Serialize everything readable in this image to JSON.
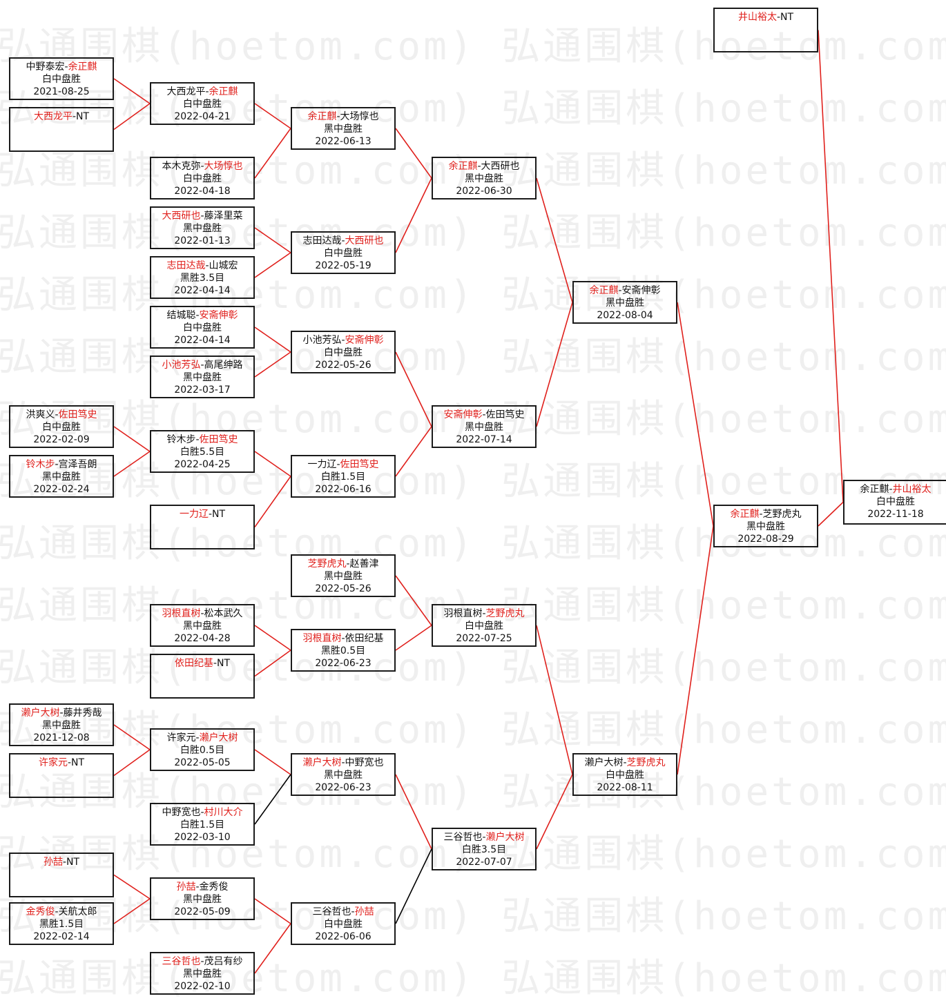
{
  "watermark": {
    "text": "弘通围棋(hoetom.com)"
  },
  "colors": {
    "win": "#e0201c",
    "lose": "#111111",
    "border": "#1a1a1a",
    "connector_win": "#e0201c",
    "connector_other": "#000000"
  },
  "matches": [
    {
      "id": "m1",
      "black": "中野泰宏",
      "white": "余正麒",
      "winner": "white",
      "result": "白中盘胜",
      "date": "2021-08-25"
    },
    {
      "id": "m2",
      "black": "大西龙平",
      "white": "NT",
      "winner": "black",
      "result": "",
      "date": ""
    },
    {
      "id": "m3",
      "black": "本木克弥",
      "white": "大场惇也",
      "winner": "white",
      "result": "白中盘胜",
      "date": "2022-04-18"
    },
    {
      "id": "m4",
      "black": "大西研也",
      "white": "藤泽里菜",
      "winner": "black",
      "result": "黑中盘胜",
      "date": "2022-01-13"
    },
    {
      "id": "m5",
      "black": "志田达哉",
      "white": "山城宏",
      "winner": "black",
      "result": "黑胜3.5目",
      "date": "2022-04-14"
    },
    {
      "id": "m6",
      "black": "结城聪",
      "white": "安斋伸彰",
      "winner": "white",
      "result": "白中盘胜",
      "date": "2022-04-14"
    },
    {
      "id": "m7",
      "black": "小池芳弘",
      "white": "高尾绅路",
      "winner": "black",
      "result": "黑中盘胜",
      "date": "2022-03-17"
    },
    {
      "id": "m8",
      "black": "洪爽义",
      "white": "佐田笃史",
      "winner": "white",
      "result": "白中盘胜",
      "date": "2022-02-09"
    },
    {
      "id": "m9",
      "black": "铃木步",
      "white": "宫泽吾朗",
      "winner": "black",
      "result": "黑中盘胜",
      "date": "2022-02-24"
    },
    {
      "id": "m10",
      "black": "一力辽",
      "white": "NT",
      "winner": "black",
      "result": "",
      "date": ""
    },
    {
      "id": "m11",
      "black": "芝野虎丸",
      "white": "赵善津",
      "winner": "black",
      "result": "黑中盘胜",
      "date": "2022-05-26"
    },
    {
      "id": "m12",
      "black": "羽根直树",
      "white": "松本武久",
      "winner": "black",
      "result": "黑中盘胜",
      "date": "2022-04-28"
    },
    {
      "id": "m13",
      "black": "依田纪基",
      "white": "NT",
      "winner": "black",
      "result": "",
      "date": ""
    },
    {
      "id": "m14",
      "black": "濑户大树",
      "white": "藤井秀哉",
      "winner": "black",
      "result": "黑中盘胜",
      "date": "2021-12-08"
    },
    {
      "id": "m15",
      "black": "许家元",
      "white": "NT",
      "winner": "black",
      "result": "",
      "date": ""
    },
    {
      "id": "m16",
      "black": "中野宽也",
      "white": "村川大介",
      "winner": "white",
      "result": "白胜1.5目",
      "date": "2022-03-10"
    },
    {
      "id": "m17",
      "black": "孙喆",
      "white": "NT",
      "winner": "black",
      "result": "",
      "date": ""
    },
    {
      "id": "m18",
      "black": "金秀俊",
      "white": "关航太郎",
      "winner": "black",
      "result": "黑胜1.5目",
      "date": "2022-02-14"
    },
    {
      "id": "m19",
      "black": "三谷哲也",
      "white": "茂吕有纱",
      "winner": "black",
      "result": "黑中盘胜",
      "date": "2022-02-10"
    },
    {
      "id": "m20",
      "black": "大西龙平",
      "white": "余正麒",
      "winner": "white",
      "result": "白中盘胜",
      "date": "2022-04-21"
    },
    {
      "id": "m21",
      "black": "余正麒",
      "white": "大场惇也",
      "winner": "black",
      "result": "黑中盘胜",
      "date": "2022-06-13"
    },
    {
      "id": "m22",
      "black": "志田达哉",
      "white": "大西研也",
      "winner": "white",
      "result": "白中盘胜",
      "date": "2022-05-19"
    },
    {
      "id": "m23",
      "black": "小池芳弘",
      "white": "安斋伸彰",
      "winner": "white",
      "result": "白中盘胜",
      "date": "2022-05-26"
    },
    {
      "id": "m24",
      "black": "铃木步",
      "white": "佐田笃史",
      "winner": "white",
      "result": "白胜5.5目",
      "date": "2022-04-25"
    },
    {
      "id": "m25",
      "black": "一力辽",
      "white": "佐田笃史",
      "winner": "white",
      "result": "白胜1.5目",
      "date": "2022-06-16"
    },
    {
      "id": "m26",
      "black": "羽根直树",
      "white": "依田纪基",
      "winner": "black",
      "result": "黑胜0.5目",
      "date": "2022-06-23"
    },
    {
      "id": "m27",
      "black": "许家元",
      "white": "濑户大树",
      "winner": "white",
      "result": "白胜0.5目",
      "date": "2022-05-05"
    },
    {
      "id": "m28",
      "black": "濑户大树",
      "white": "中野宽也",
      "winner": "black",
      "result": "黑中盘胜",
      "date": "2022-06-23"
    },
    {
      "id": "m29",
      "black": "孙喆",
      "white": "金秀俊",
      "winner": "black",
      "result": "黑中盘胜",
      "date": "2022-05-09"
    },
    {
      "id": "m30",
      "black": "三谷哲也",
      "white": "孙喆",
      "winner": "white",
      "result": "白中盘胜",
      "date": "2022-06-06"
    },
    {
      "id": "m31",
      "black": "余正麒",
      "white": "大西研也",
      "winner": "black",
      "result": "黑中盘胜",
      "date": "2022-06-30"
    },
    {
      "id": "m32",
      "black": "安斋伸彰",
      "white": "佐田笃史",
      "winner": "black",
      "result": "黑中盘胜",
      "date": "2022-07-14"
    },
    {
      "id": "m33",
      "black": "羽根直树",
      "white": "芝野虎丸",
      "winner": "white",
      "result": "白中盘胜",
      "date": "2022-07-25"
    },
    {
      "id": "m34",
      "black": "三谷哲也",
      "white": "濑户大树",
      "winner": "white",
      "result": "白胜3.5目",
      "date": "2022-07-07"
    },
    {
      "id": "m35",
      "black": "余正麒",
      "white": "安斋伸彰",
      "winner": "black",
      "result": "黑中盘胜",
      "date": "2022-08-04"
    },
    {
      "id": "m36",
      "black": "濑户大树",
      "white": "芝野虎丸",
      "winner": "white",
      "result": "白中盘胜",
      "date": "2022-08-11"
    },
    {
      "id": "m37",
      "black": "余正麒",
      "white": "芝野虎丸",
      "winner": "black",
      "result": "黑中盘胜",
      "date": "2022-08-29"
    },
    {
      "id": "m38",
      "black": "井山裕太",
      "white": "NT",
      "winner": "black",
      "result": "",
      "date": ""
    },
    {
      "id": "m39",
      "black": "余正麒",
      "white": "井山裕太",
      "winner": "white",
      "result": "白中盘胜",
      "date": "2022-11-18"
    }
  ],
  "connections": [
    {
      "from": "m1",
      "to": "m20",
      "color": "win"
    },
    {
      "from": "m2",
      "to": "m20",
      "color": "win"
    },
    {
      "from": "m20",
      "to": "m21",
      "color": "win"
    },
    {
      "from": "m3",
      "to": "m21",
      "color": "win"
    },
    {
      "from": "m4",
      "to": "m22",
      "color": "win"
    },
    {
      "from": "m5",
      "to": "m22",
      "color": "win"
    },
    {
      "from": "m21",
      "to": "m31",
      "color": "win"
    },
    {
      "from": "m22",
      "to": "m31",
      "color": "win"
    },
    {
      "from": "m6",
      "to": "m23",
      "color": "win"
    },
    {
      "from": "m7",
      "to": "m23",
      "color": "win"
    },
    {
      "from": "m8",
      "to": "m24",
      "color": "win"
    },
    {
      "from": "m9",
      "to": "m24",
      "color": "win"
    },
    {
      "from": "m24",
      "to": "m25",
      "color": "win"
    },
    {
      "from": "m10",
      "to": "m25",
      "color": "win"
    },
    {
      "from": "m23",
      "to": "m32",
      "color": "win"
    },
    {
      "from": "m25",
      "to": "m32",
      "color": "win"
    },
    {
      "from": "m31",
      "to": "m35",
      "color": "win"
    },
    {
      "from": "m32",
      "to": "m35",
      "color": "win"
    },
    {
      "from": "m12",
      "to": "m26",
      "color": "win"
    },
    {
      "from": "m13",
      "to": "m26",
      "color": "win"
    },
    {
      "from": "m11",
      "to": "m33",
      "color": "win"
    },
    {
      "from": "m26",
      "to": "m33",
      "color": "win"
    },
    {
      "from": "m14",
      "to": "m27",
      "color": "win"
    },
    {
      "from": "m15",
      "to": "m27",
      "color": "win"
    },
    {
      "from": "m27",
      "to": "m28",
      "color": "win"
    },
    {
      "from": "m16",
      "to": "m28",
      "color": "other"
    },
    {
      "from": "m17",
      "to": "m29",
      "color": "win"
    },
    {
      "from": "m18",
      "to": "m29",
      "color": "win"
    },
    {
      "from": "m29",
      "to": "m30",
      "color": "win"
    },
    {
      "from": "m19",
      "to": "m30",
      "color": "win"
    },
    {
      "from": "m28",
      "to": "m34",
      "color": "win"
    },
    {
      "from": "m30",
      "to": "m34",
      "color": "other"
    },
    {
      "from": "m33",
      "to": "m36",
      "color": "win"
    },
    {
      "from": "m34",
      "to": "m36",
      "color": "win"
    },
    {
      "from": "m35",
      "to": "m37",
      "color": "win"
    },
    {
      "from": "m36",
      "to": "m37",
      "color": "win"
    },
    {
      "from": "m37",
      "to": "m39",
      "color": "win"
    },
    {
      "from": "m38",
      "to": "m39",
      "color": "win"
    }
  ]
}
